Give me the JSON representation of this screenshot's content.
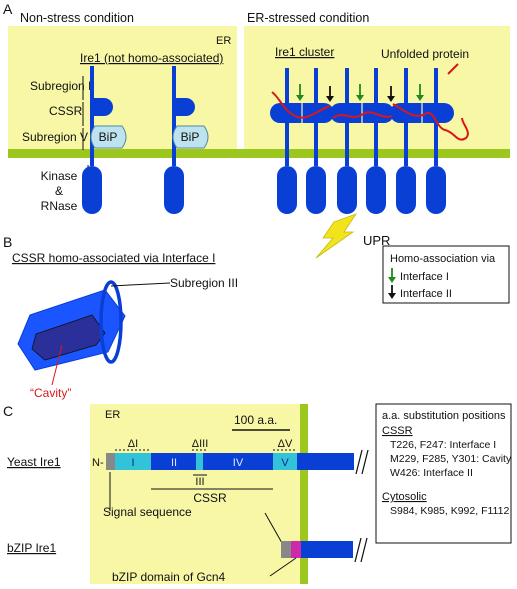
{
  "panelA": {
    "label": "A",
    "left": {
      "title": "Non-stress condition",
      "er": "ER",
      "ire1_label": "Ire1 (not homo-associated)",
      "subregion1": "Subregion I",
      "cssr": "CSSR",
      "subregion5": "Subregion V",
      "bip": "BiP",
      "kinase": "Kinase",
      "amp": "&",
      "rnase": "RNase"
    },
    "right": {
      "title": "ER-stressed condition",
      "cluster": "Ire1 cluster",
      "unfolded": "Unfolded protein",
      "upr": "UPR"
    },
    "colors": {
      "er": "#f7f7a6",
      "membrane": "#9cc71f",
      "ire1": "#0a3fd6",
      "bip": "#bfe3ee",
      "unfolded": "#d81818",
      "interface1": "#1f8a1f",
      "interface2": "#111111",
      "upr": "#f2e41c"
    }
  },
  "panelB": {
    "label": "B",
    "title": "CSSR homo-associated via Interface I",
    "subregion3": "Subregion III",
    "cavity": "“Cavity”",
    "legend": {
      "title": "Homo-association via",
      "item1": "Interface I",
      "item2": "Interface II"
    }
  },
  "panelC": {
    "label": "C",
    "er": "ER",
    "scale": "100 a.a.",
    "yeast": "Yeast Ire1",
    "n": "N-",
    "d1": "ΔI",
    "d3": "ΔIII",
    "d5": "ΔV",
    "seg": [
      "I",
      "II",
      "III",
      "IV",
      "V"
    ],
    "iii_under": "III",
    "cssr": "CSSR",
    "signal": "Signal sequence",
    "bzip_ire1": "bZIP Ire1",
    "bzip_domain": "bZIP domain of Gcn4",
    "box": {
      "title": "a.a. substitution positions",
      "cssr_head": "CSSR",
      "l1": "T226, F247: Interface I",
      "l2": "M229, F285, Y301: Cavity",
      "l3": "W426: Interface II",
      "cyto_head": "Cytosolic",
      "l4": "S984, K985, K992, F1112"
    }
  }
}
